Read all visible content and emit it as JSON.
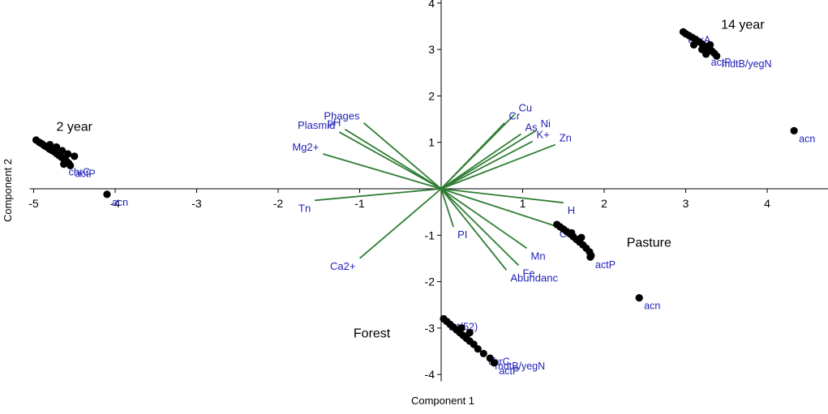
{
  "chart_data": {
    "type": "scatter",
    "title": "",
    "xlabel": "Component 1",
    "ylabel": "Component 2",
    "xlim": [
      -5.05,
      4.85
    ],
    "ylim": [
      -4.15,
      4.2
    ],
    "xticks": [
      -5,
      -4,
      -3,
      -2,
      -1,
      1,
      2,
      3,
      4
    ],
    "yticks": [
      -4,
      -3,
      -2,
      -1,
      1,
      2,
      3,
      4
    ],
    "grid": false,
    "colors": {
      "point": "#000000",
      "point_label": "#1f1fb8",
      "loading_line": "#2e7d32",
      "loading_label": "#1f1fb8"
    },
    "groups": [
      {
        "label": "2 year",
        "at": [
          -4.5,
          1.25
        ]
      },
      {
        "label": "14 year",
        "at": [
          3.7,
          3.45
        ]
      },
      {
        "label": "Pasture",
        "at": [
          2.55,
          -1.25
        ]
      },
      {
        "label": "Forest",
        "at": [
          -0.85,
          -3.2
        ]
      }
    ],
    "points": [
      {
        "label": "",
        "x": -4.97,
        "y": 1.05
      },
      {
        "label": "",
        "x": -4.93,
        "y": 1.0
      },
      {
        "label": "",
        "x": -4.9,
        "y": 0.97
      },
      {
        "label": "",
        "x": -4.87,
        "y": 0.93
      },
      {
        "label": "",
        "x": -4.84,
        "y": 0.9
      },
      {
        "label": "",
        "x": -4.81,
        "y": 0.86
      },
      {
        "label": "",
        "x": -4.78,
        "y": 0.83
      },
      {
        "label": "",
        "x": -4.75,
        "y": 0.8
      },
      {
        "label": "",
        "x": -4.72,
        "y": 0.76
      },
      {
        "label": "",
        "x": -4.69,
        "y": 0.72
      },
      {
        "label": "",
        "x": -4.66,
        "y": 0.68
      },
      {
        "label": "",
        "x": -4.63,
        "y": 0.64
      },
      {
        "label": "",
        "x": -4.6,
        "y": 0.6
      },
      {
        "label": "",
        "x": -4.57,
        "y": 0.55
      },
      {
        "label": "chrC",
        "x": -4.63,
        "y": 0.53
      },
      {
        "label": "actP",
        "x": -4.55,
        "y": 0.5
      },
      {
        "label": "acn",
        "x": -4.1,
        "y": -0.12
      },
      {
        "label": "",
        "x": -4.8,
        "y": 0.95
      },
      {
        "label": "",
        "x": -4.72,
        "y": 0.9
      },
      {
        "label": "",
        "x": -4.65,
        "y": 0.82
      },
      {
        "label": "",
        "x": -4.58,
        "y": 0.75
      },
      {
        "label": "",
        "x": -4.5,
        "y": 0.7
      },
      {
        "label": "cpxA",
        "x": 2.97,
        "y": 3.38
      },
      {
        "label": "",
        "x": 3.0,
        "y": 3.34
      },
      {
        "label": "",
        "x": 3.04,
        "y": 3.3
      },
      {
        "label": "",
        "x": 3.08,
        "y": 3.26
      },
      {
        "label": "",
        "x": 3.12,
        "y": 3.22
      },
      {
        "label": "",
        "x": 3.16,
        "y": 3.17
      },
      {
        "label": "",
        "x": 3.2,
        "y": 3.12
      },
      {
        "label": "",
        "x": 3.24,
        "y": 3.07
      },
      {
        "label": "",
        "x": 3.28,
        "y": 3.02
      },
      {
        "label": "",
        "x": 3.32,
        "y": 2.97
      },
      {
        "label": "",
        "x": 3.35,
        "y": 2.92
      },
      {
        "label": "actP",
        "x": 3.25,
        "y": 2.9
      },
      {
        "label": "mdtB/yegN",
        "x": 3.38,
        "y": 2.86
      },
      {
        "label": "",
        "x": 3.1,
        "y": 3.1
      },
      {
        "label": "",
        "x": 3.2,
        "y": 3.0
      },
      {
        "label": "",
        "x": 3.3,
        "y": 3.1
      },
      {
        "label": "acn",
        "x": 4.33,
        "y": 1.25
      },
      {
        "label": "",
        "x": 1.42,
        "y": -0.77
      },
      {
        "label": "",
        "x": 1.46,
        "y": -0.82
      },
      {
        "label": "",
        "x": 1.5,
        "y": -0.87
      },
      {
        "label": "",
        "x": 1.54,
        "y": -0.92
      },
      {
        "label": "",
        "x": 1.58,
        "y": -0.97
      },
      {
        "label": "",
        "x": 1.62,
        "y": -1.03
      },
      {
        "label": "",
        "x": 1.66,
        "y": -1.09
      },
      {
        "label": "",
        "x": 1.7,
        "y": -1.15
      },
      {
        "label": "",
        "x": 1.74,
        "y": -1.21
      },
      {
        "label": "",
        "x": 1.78,
        "y": -1.28
      },
      {
        "label": "",
        "x": 1.82,
        "y": -1.36
      },
      {
        "label": "",
        "x": 1.84,
        "y": -1.44
      },
      {
        "label": "actP",
        "x": 1.83,
        "y": -1.47
      },
      {
        "label": "",
        "x": 1.6,
        "y": -0.95
      },
      {
        "label": "",
        "x": 1.72,
        "y": -1.05
      },
      {
        "label": "acn",
        "x": 2.43,
        "y": -2.35
      },
      {
        "label": "tet(52)",
        "x": 0.03,
        "y": -2.8
      },
      {
        "label": "",
        "x": 0.07,
        "y": -2.86
      },
      {
        "label": "",
        "x": 0.11,
        "y": -2.92
      },
      {
        "label": "",
        "x": 0.15,
        "y": -2.98
      },
      {
        "label": "",
        "x": 0.19,
        "y": -3.04
      },
      {
        "label": "",
        "x": 0.23,
        "y": -3.1
      },
      {
        "label": "",
        "x": 0.27,
        "y": -3.16
      },
      {
        "label": "",
        "x": 0.31,
        "y": -3.22
      },
      {
        "label": "",
        "x": 0.35,
        "y": -3.28
      },
      {
        "label": "",
        "x": 0.4,
        "y": -3.35
      },
      {
        "label": "",
        "x": 0.45,
        "y": -3.45
      },
      {
        "label": "chrC",
        "x": 0.52,
        "y": -3.55
      },
      {
        "label": "mdtB/yegN",
        "x": 0.6,
        "y": -3.65
      },
      {
        "label": "actP",
        "x": 0.65,
        "y": -3.75
      },
      {
        "label": "",
        "x": 0.25,
        "y": -3.0
      },
      {
        "label": "",
        "x": 0.35,
        "y": -3.1
      }
    ],
    "loadings": [
      {
        "label": "Cu",
        "x": 0.9,
        "y": 1.6
      },
      {
        "label": "Cr",
        "x": 0.78,
        "y": 1.42
      },
      {
        "label": "As",
        "x": 0.98,
        "y": 1.18
      },
      {
        "label": "Ni",
        "x": 1.17,
        "y": 1.26
      },
      {
        "label": "K+",
        "x": 1.12,
        "y": 1.02
      },
      {
        "label": "Zn",
        "x": 1.4,
        "y": 0.95
      },
      {
        "label": "H",
        "x": 1.5,
        "y": -0.3
      },
      {
        "label": "Co",
        "x": 1.4,
        "y": -0.8
      },
      {
        "label": "Mn",
        "x": 1.05,
        "y": -1.28
      },
      {
        "label": "Fe",
        "x": 0.95,
        "y": -1.65
      },
      {
        "label": "Abundanc",
        "x": 0.8,
        "y": -1.75
      },
      {
        "label": "PI",
        "x": 0.15,
        "y": -0.82
      },
      {
        "label": "Ca2+",
        "x": -1.0,
        "y": -1.5
      },
      {
        "label": "Tn",
        "x": -1.55,
        "y": -0.25
      },
      {
        "label": "Mg2+",
        "x": -1.45,
        "y": 0.75
      },
      {
        "label": "Plasmid",
        "x": -1.25,
        "y": 1.22
      },
      {
        "label": "pH",
        "x": -1.18,
        "y": 1.28
      },
      {
        "label": "Phages",
        "x": -0.95,
        "y": 1.42
      }
    ]
  }
}
